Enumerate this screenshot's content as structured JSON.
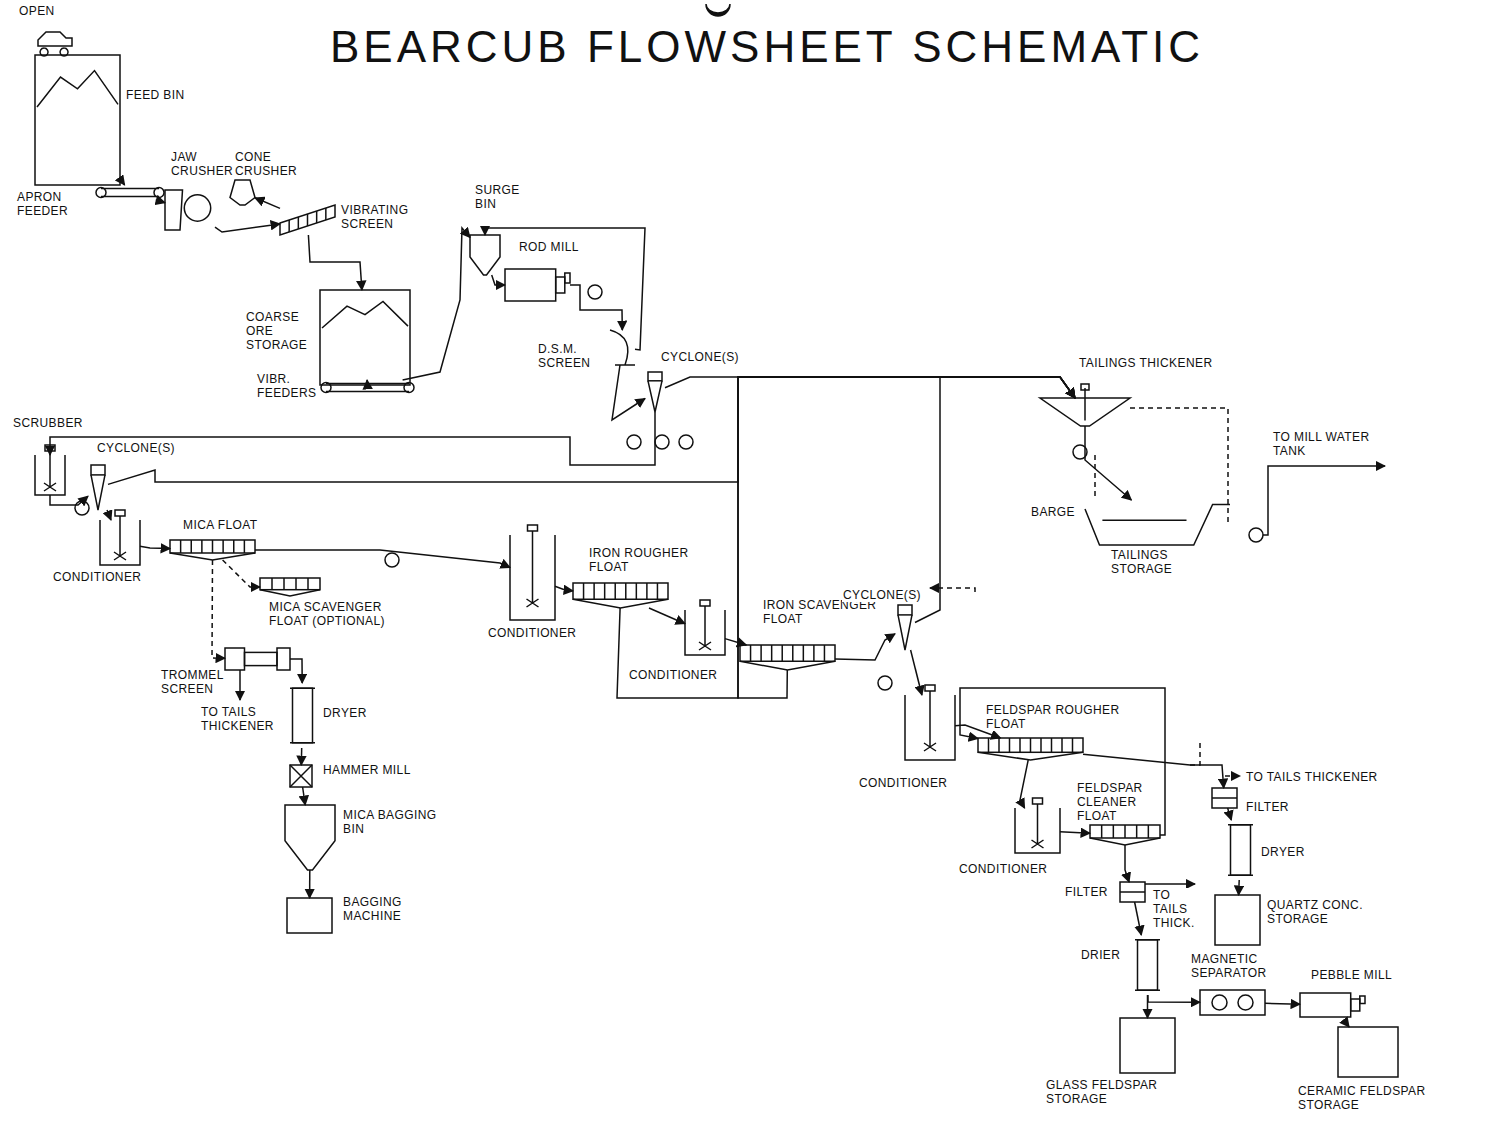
{
  "diagram": {
    "title": "BEARCUB FLOWSHEET SCHEMATIC",
    "nodes": [
      {
        "text": [
          "FEED BIN"
        ]
      },
      {
        "text": [
          "APRON FEEDER"
        ]
      },
      {
        "text": [
          "JAW CRUSHER"
        ]
      },
      {
        "text": [
          "CONE CRUSHER"
        ]
      },
      {
        "text": [
          "VIBRATING SCREEN"
        ]
      },
      {
        "text": [
          "COARSE ORE STORAGE"
        ]
      },
      {
        "text": [
          "VIBR. FEEDERS"
        ]
      },
      {
        "text": [
          "SURGE BIN"
        ]
      },
      {
        "text": [
          "ROD MILL"
        ]
      },
      {
        "text": [
          "D.S.M. SCREEN"
        ]
      },
      {
        "text": [
          "CYCLONE(S)"
        ]
      },
      {
        "text": [
          "TAILINGS THICKENER"
        ]
      },
      {
        "text": [
          "BARGE",
          "TAILINGS STORAGE"
        ]
      },
      {
        "text": [
          "SCRUBBER"
        ]
      },
      {
        "text": [
          "CYCLONE(S)"
        ]
      },
      {
        "text": [
          "CONDITIONER"
        ]
      },
      {
        "text": [
          "MICA FLOAT"
        ]
      },
      {
        "text": [
          "MICA SCAVENGER FLOAT (OPTIONAL)"
        ]
      },
      {
        "text": [
          "TROMMEL SCREEN"
        ]
      },
      {
        "text": [
          "DRYER"
        ]
      },
      {
        "text": [
          "HAMMER MILL"
        ]
      },
      {
        "text": [
          "MICA BAGGING BIN"
        ]
      },
      {
        "text": [
          "BAGGING MACHINE"
        ]
      },
      {
        "text": [
          "CONDITIONER"
        ]
      },
      {
        "text": [
          "IRON ROUGHER FLOAT"
        ]
      },
      {
        "text": [
          "CONDITIONER"
        ]
      },
      {
        "text": [
          "IRON SCAVENGER FLOAT"
        ]
      },
      {
        "text": [
          "CYCLONE(S)"
        ]
      },
      {
        "text": [
          "CONDITIONER"
        ]
      },
      {
        "text": [
          "FELDSPAR ROUGHER FLOAT"
        ]
      },
      {
        "text": [
          "FILTER"
        ]
      },
      {
        "text": [
          "DRYER"
        ]
      },
      {
        "text": [
          "QUARTZ CONC. STORAGE"
        ]
      },
      {
        "text": [
          "CONDITIONER"
        ]
      },
      {
        "text": [
          "FELDSPAR CLEANER FLOAT"
        ]
      },
      {
        "text": [
          "FILTER"
        ]
      },
      {
        "text": [
          "DRIER"
        ]
      },
      {
        "text": [
          "GLASS FELDSPAR STORAGE"
        ]
      },
      {
        "text": [
          "MAGNETIC SEPARATOR"
        ]
      },
      {
        "text": [
          "PEBBLE MILL"
        ]
      },
      {
        "text": [
          "CERAMIC FELDSPAR STORAGE"
        ]
      }
    ],
    "edges": [
      {
        "from": 0,
        "to": 1,
        "arrow": "to"
      },
      {
        "from": 1,
        "to": 2,
        "arrow": "to"
      },
      {
        "from": 2,
        "to": 4,
        "arrow": "to"
      },
      {
        "from": 4,
        "to": 3,
        "arrow": "to"
      },
      {
        "from": 4,
        "to": 5,
        "arrow": "to"
      },
      {
        "from": 5,
        "to": 6,
        "arrow": "to"
      },
      {
        "from": 6,
        "to": 7,
        "arrow": "to"
      },
      {
        "from": 7,
        "to": 8,
        "arrow": "to"
      },
      {
        "from": 8,
        "to": 9,
        "arrow": "to"
      },
      {
        "from": 9,
        "to": 10,
        "arrow": "to"
      },
      {
        "from": 9,
        "to": 7,
        "arrow": "to"
      },
      {
        "from": 10,
        "to": 11,
        "arrow": "to"
      },
      {
        "from": 10,
        "to": 13,
        "arrow": "to"
      },
      {
        "from": 13,
        "to": 14,
        "arrow": "to"
      },
      {
        "from": 14,
        "to": 15,
        "arrow": "to"
      },
      {
        "from": 14,
        "to": 11,
        "arrow": "to"
      },
      {
        "from": 15,
        "to": 16,
        "arrow": "to"
      },
      {
        "from": 16,
        "to": 17,
        "arrow": "to"
      },
      {
        "from": 16,
        "to": 18,
        "arrow": "to"
      },
      {
        "from": 18,
        "to": 19,
        "arrow": "to"
      },
      {
        "from": 19,
        "to": 20,
        "arrow": "to"
      },
      {
        "from": 20,
        "to": 21,
        "arrow": "to"
      },
      {
        "from": 21,
        "to": 22,
        "arrow": "to"
      },
      {
        "from": 16,
        "to": 23,
        "arrow": "to"
      },
      {
        "from": 23,
        "to": 24,
        "arrow": "to"
      },
      {
        "from": 24,
        "to": 25,
        "arrow": "to"
      },
      {
        "from": 25,
        "to": 26,
        "arrow": "to"
      },
      {
        "from": 24,
        "to": 11,
        "arrow": "to"
      },
      {
        "from": 26,
        "to": 11,
        "arrow": "to"
      },
      {
        "from": 26,
        "to": 27,
        "arrow": "to"
      },
      {
        "from": 27,
        "to": 11,
        "arrow": "to"
      },
      {
        "from": 27,
        "to": 28,
        "arrow": "to"
      },
      {
        "from": 28,
        "to": 29,
        "arrow": "to"
      },
      {
        "from": 29,
        "to": 33,
        "arrow": "to"
      },
      {
        "from": 29,
        "to": 30,
        "arrow": "to"
      },
      {
        "from": 30,
        "to": 31,
        "arrow": "to"
      },
      {
        "from": 31,
        "to": 32,
        "arrow": "to"
      },
      {
        "from": 33,
        "to": 34,
        "arrow": "to"
      },
      {
        "from": 34,
        "to": 29,
        "arrow": "to"
      },
      {
        "from": 34,
        "to": 35,
        "arrow": "to"
      },
      {
        "from": 35,
        "to": 36,
        "arrow": "to"
      },
      {
        "from": 36,
        "to": 37,
        "arrow": "to"
      },
      {
        "from": 36,
        "to": 38,
        "arrow": "to"
      },
      {
        "from": 38,
        "to": 39,
        "arrow": "to"
      },
      {
        "from": 39,
        "to": 40,
        "arrow": "to"
      },
      {
        "from": 11,
        "to": 12,
        "arrow": "to"
      }
    ],
    "labels": [
      "OPEN",
      "TO MILL WATER TANK",
      "TO TAILS THICKENER",
      "TO TAILS THICKENER",
      "TO TAILS THICK."
    ]
  }
}
